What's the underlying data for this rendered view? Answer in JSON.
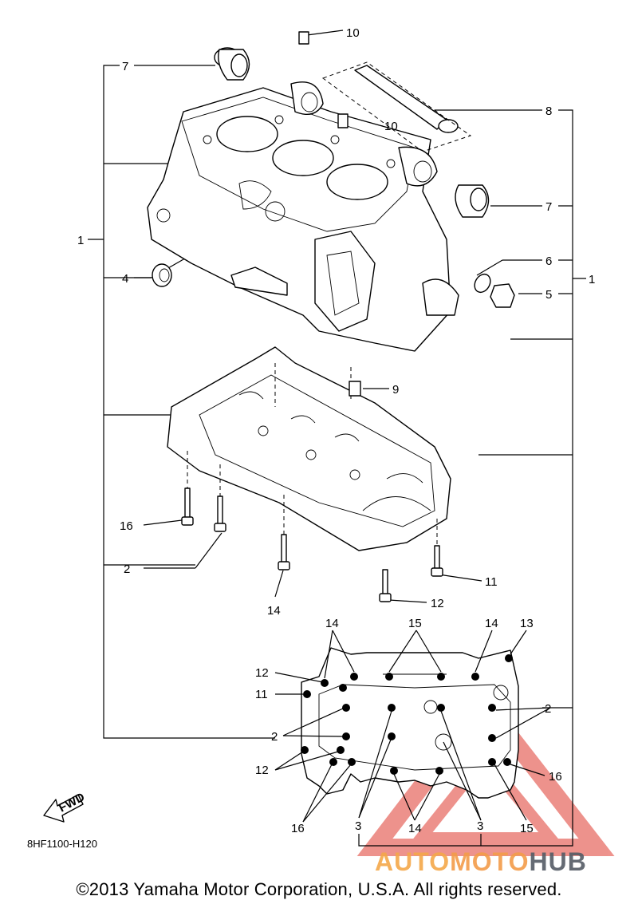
{
  "callouts": {
    "c1_left": "1",
    "c1_right": "1",
    "c2_a": "2",
    "c2_b": "2",
    "c2_c": "2",
    "c3_a": "3",
    "c3_b": "3",
    "c4": "4",
    "c5": "5",
    "c6": "6",
    "c7_a": "7",
    "c7_b": "7",
    "c8": "8",
    "c9": "9",
    "c10_a": "10",
    "c10_b": "10",
    "c11_a": "11",
    "c11_b": "11",
    "c12_a": "12",
    "c12_b": "12",
    "c12_c": "12",
    "c13": "13",
    "c14_a": "14",
    "c14_b": "14",
    "c14_c": "14",
    "c14_d": "14",
    "c15_a": "15",
    "c15_b": "15",
    "c16_a": "16",
    "c16_b": "16",
    "c16_c": "16"
  },
  "fwd_label": "FWD",
  "diagram_code": "8HF1100-H120",
  "copyright": "©2013 Yamaha Motor Corporation, U.S.A. All rights reserved.",
  "watermark": {
    "part1": "AUTO",
    "part2": "MOTO",
    "part3": "HUB"
  }
}
